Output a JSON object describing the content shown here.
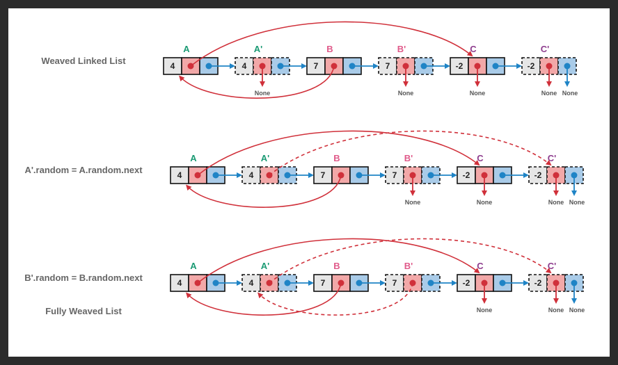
{
  "colors": {
    "background_frame": "#2b2b2b",
    "canvas": "#ffffff",
    "value_cell": "#e6e6e6",
    "random_cell": "#f2a8a8",
    "next_cell": "#a9cbe8",
    "random_arrow": "#d0303a",
    "next_arrow": "#1f84c6",
    "label_teal": "#1a9a73",
    "label_pink": "#e05a8a",
    "label_purple": "#8e3d8e",
    "row_label": "#666666"
  },
  "rows": [
    {
      "label": "Weaved Linked List",
      "sublabel": "",
      "nodes": [
        {
          "name": "A",
          "value": "4",
          "dashed": false,
          "label_color": "teal"
        },
        {
          "name": "A'",
          "value": "4",
          "dashed": true,
          "label_color": "teal"
        },
        {
          "name": "B",
          "value": "7",
          "dashed": false,
          "label_color": "pink"
        },
        {
          "name": "B'",
          "value": "7",
          "dashed": true,
          "label_color": "pink"
        },
        {
          "name": "C",
          "value": "-2",
          "dashed": false,
          "label_color": "purple"
        },
        {
          "name": "C'",
          "value": "-2",
          "dashed": true,
          "label_color": "purple"
        }
      ],
      "random_links": [
        {
          "from": 0,
          "to": 4,
          "style": "solid"
        },
        {
          "from": 2,
          "to": 0,
          "style": "solid"
        }
      ],
      "none_randoms": [
        1,
        3,
        4,
        5
      ],
      "none_next": [
        5
      ],
      "none_text": "None"
    },
    {
      "label": "A'.random = A.random.next",
      "sublabel": "",
      "nodes": [
        {
          "name": "A",
          "value": "4",
          "dashed": false,
          "label_color": "teal"
        },
        {
          "name": "A'",
          "value": "4",
          "dashed": true,
          "label_color": "teal"
        },
        {
          "name": "B",
          "value": "7",
          "dashed": false,
          "label_color": "pink"
        },
        {
          "name": "B'",
          "value": "7",
          "dashed": true,
          "label_color": "pink"
        },
        {
          "name": "C",
          "value": "-2",
          "dashed": false,
          "label_color": "purple"
        },
        {
          "name": "C'",
          "value": "-2",
          "dashed": true,
          "label_color": "purple"
        }
      ],
      "random_links": [
        {
          "from": 0,
          "to": 4,
          "style": "solid"
        },
        {
          "from": 2,
          "to": 0,
          "style": "solid"
        },
        {
          "from": 1,
          "to": 5,
          "style": "dashed"
        }
      ],
      "none_randoms": [
        3,
        4,
        5
      ],
      "none_next": [
        5
      ],
      "none_text": "None"
    },
    {
      "label": "B'.random = B.random.next",
      "sublabel": "Fully Weaved List",
      "nodes": [
        {
          "name": "A",
          "value": "4",
          "dashed": false,
          "label_color": "teal"
        },
        {
          "name": "A'",
          "value": "4",
          "dashed": true,
          "label_color": "teal"
        },
        {
          "name": "B",
          "value": "7",
          "dashed": false,
          "label_color": "pink"
        },
        {
          "name": "B'",
          "value": "7",
          "dashed": true,
          "label_color": "pink"
        },
        {
          "name": "C",
          "value": "-2",
          "dashed": false,
          "label_color": "purple"
        },
        {
          "name": "C'",
          "value": "-2",
          "dashed": true,
          "label_color": "purple"
        }
      ],
      "random_links": [
        {
          "from": 0,
          "to": 4,
          "style": "solid"
        },
        {
          "from": 2,
          "to": 0,
          "style": "solid"
        },
        {
          "from": 1,
          "to": 5,
          "style": "dashed"
        },
        {
          "from": 3,
          "to": 1,
          "style": "dashed"
        }
      ],
      "none_randoms": [
        4,
        5
      ],
      "none_next": [
        5
      ],
      "none_text": "None"
    }
  ]
}
